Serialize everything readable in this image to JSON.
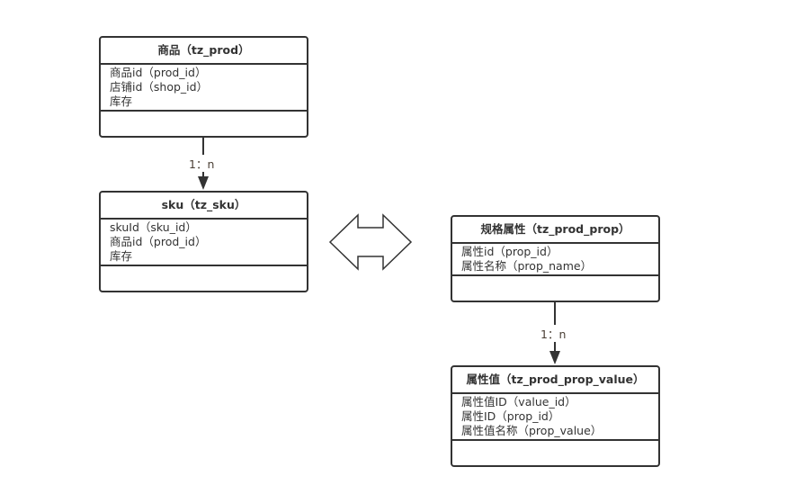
{
  "classes": [
    {
      "title": "商品（tz_prod）",
      "attributes": [
        "商品id（prod_id）",
        "店铺id（shop_id）",
        "库存"
      ]
    },
    {
      "title": "sku（tz_sku）",
      "attributes": [
        "skuId（sku_id）",
        "商品id（prod_id）",
        "库存"
      ]
    },
    {
      "title": "规格属性（tz_prod_prop）",
      "attributes": [
        "属性id（prop_id）",
        "属性名称（prop_name）"
      ]
    },
    {
      "title": "属性值（tz_prod_prop_value）",
      "attributes": [
        "属性值ID（value_id）",
        "属性ID（prop_id）",
        "属性值名称（prop_value）"
      ]
    }
  ],
  "relations": [
    {
      "from": "商品（tz_prod）",
      "to": "sku（tz_sku）",
      "label": "1：n"
    },
    {
      "from": "规格属性（tz_prod_prop）",
      "to": "属性值（tz_prod_prop_value）",
      "label": "1：n"
    }
  ],
  "colors": {
    "stroke": "#333333",
    "background": "#ffffff"
  }
}
